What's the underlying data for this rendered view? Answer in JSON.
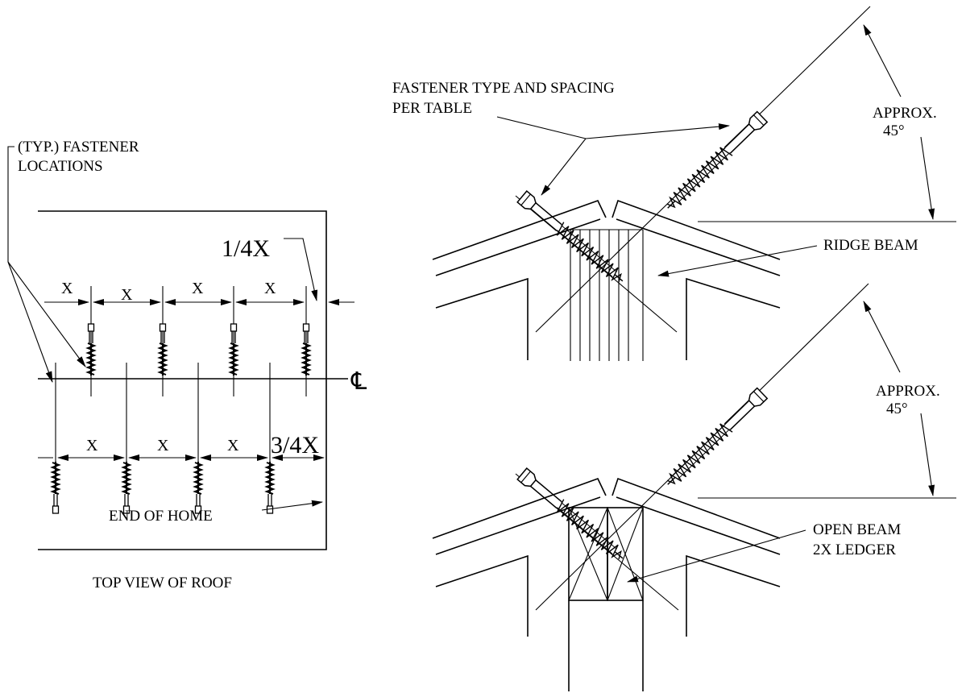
{
  "top_view": {
    "typ_fastener_line1": "(TYP.) FASTENER",
    "typ_fastener_line2": "LOCATIONS",
    "quarter_x": "1/4X",
    "three_quarter_x": "3/4X",
    "spacing": "X",
    "centerline_symbol": "℄",
    "end_of_home": "END OF HOME",
    "caption": "TOP VIEW OF ROOF"
  },
  "sections": {
    "fastener_line1": "FASTENER TYPE AND SPACING",
    "fastener_line2": "PER TABLE",
    "approx": "APPROX.",
    "angle": "45°",
    "ridge_beam": "RIDGE BEAM",
    "open_beam_line1": "OPEN BEAM",
    "open_beam_line2": "2X LEDGER"
  }
}
